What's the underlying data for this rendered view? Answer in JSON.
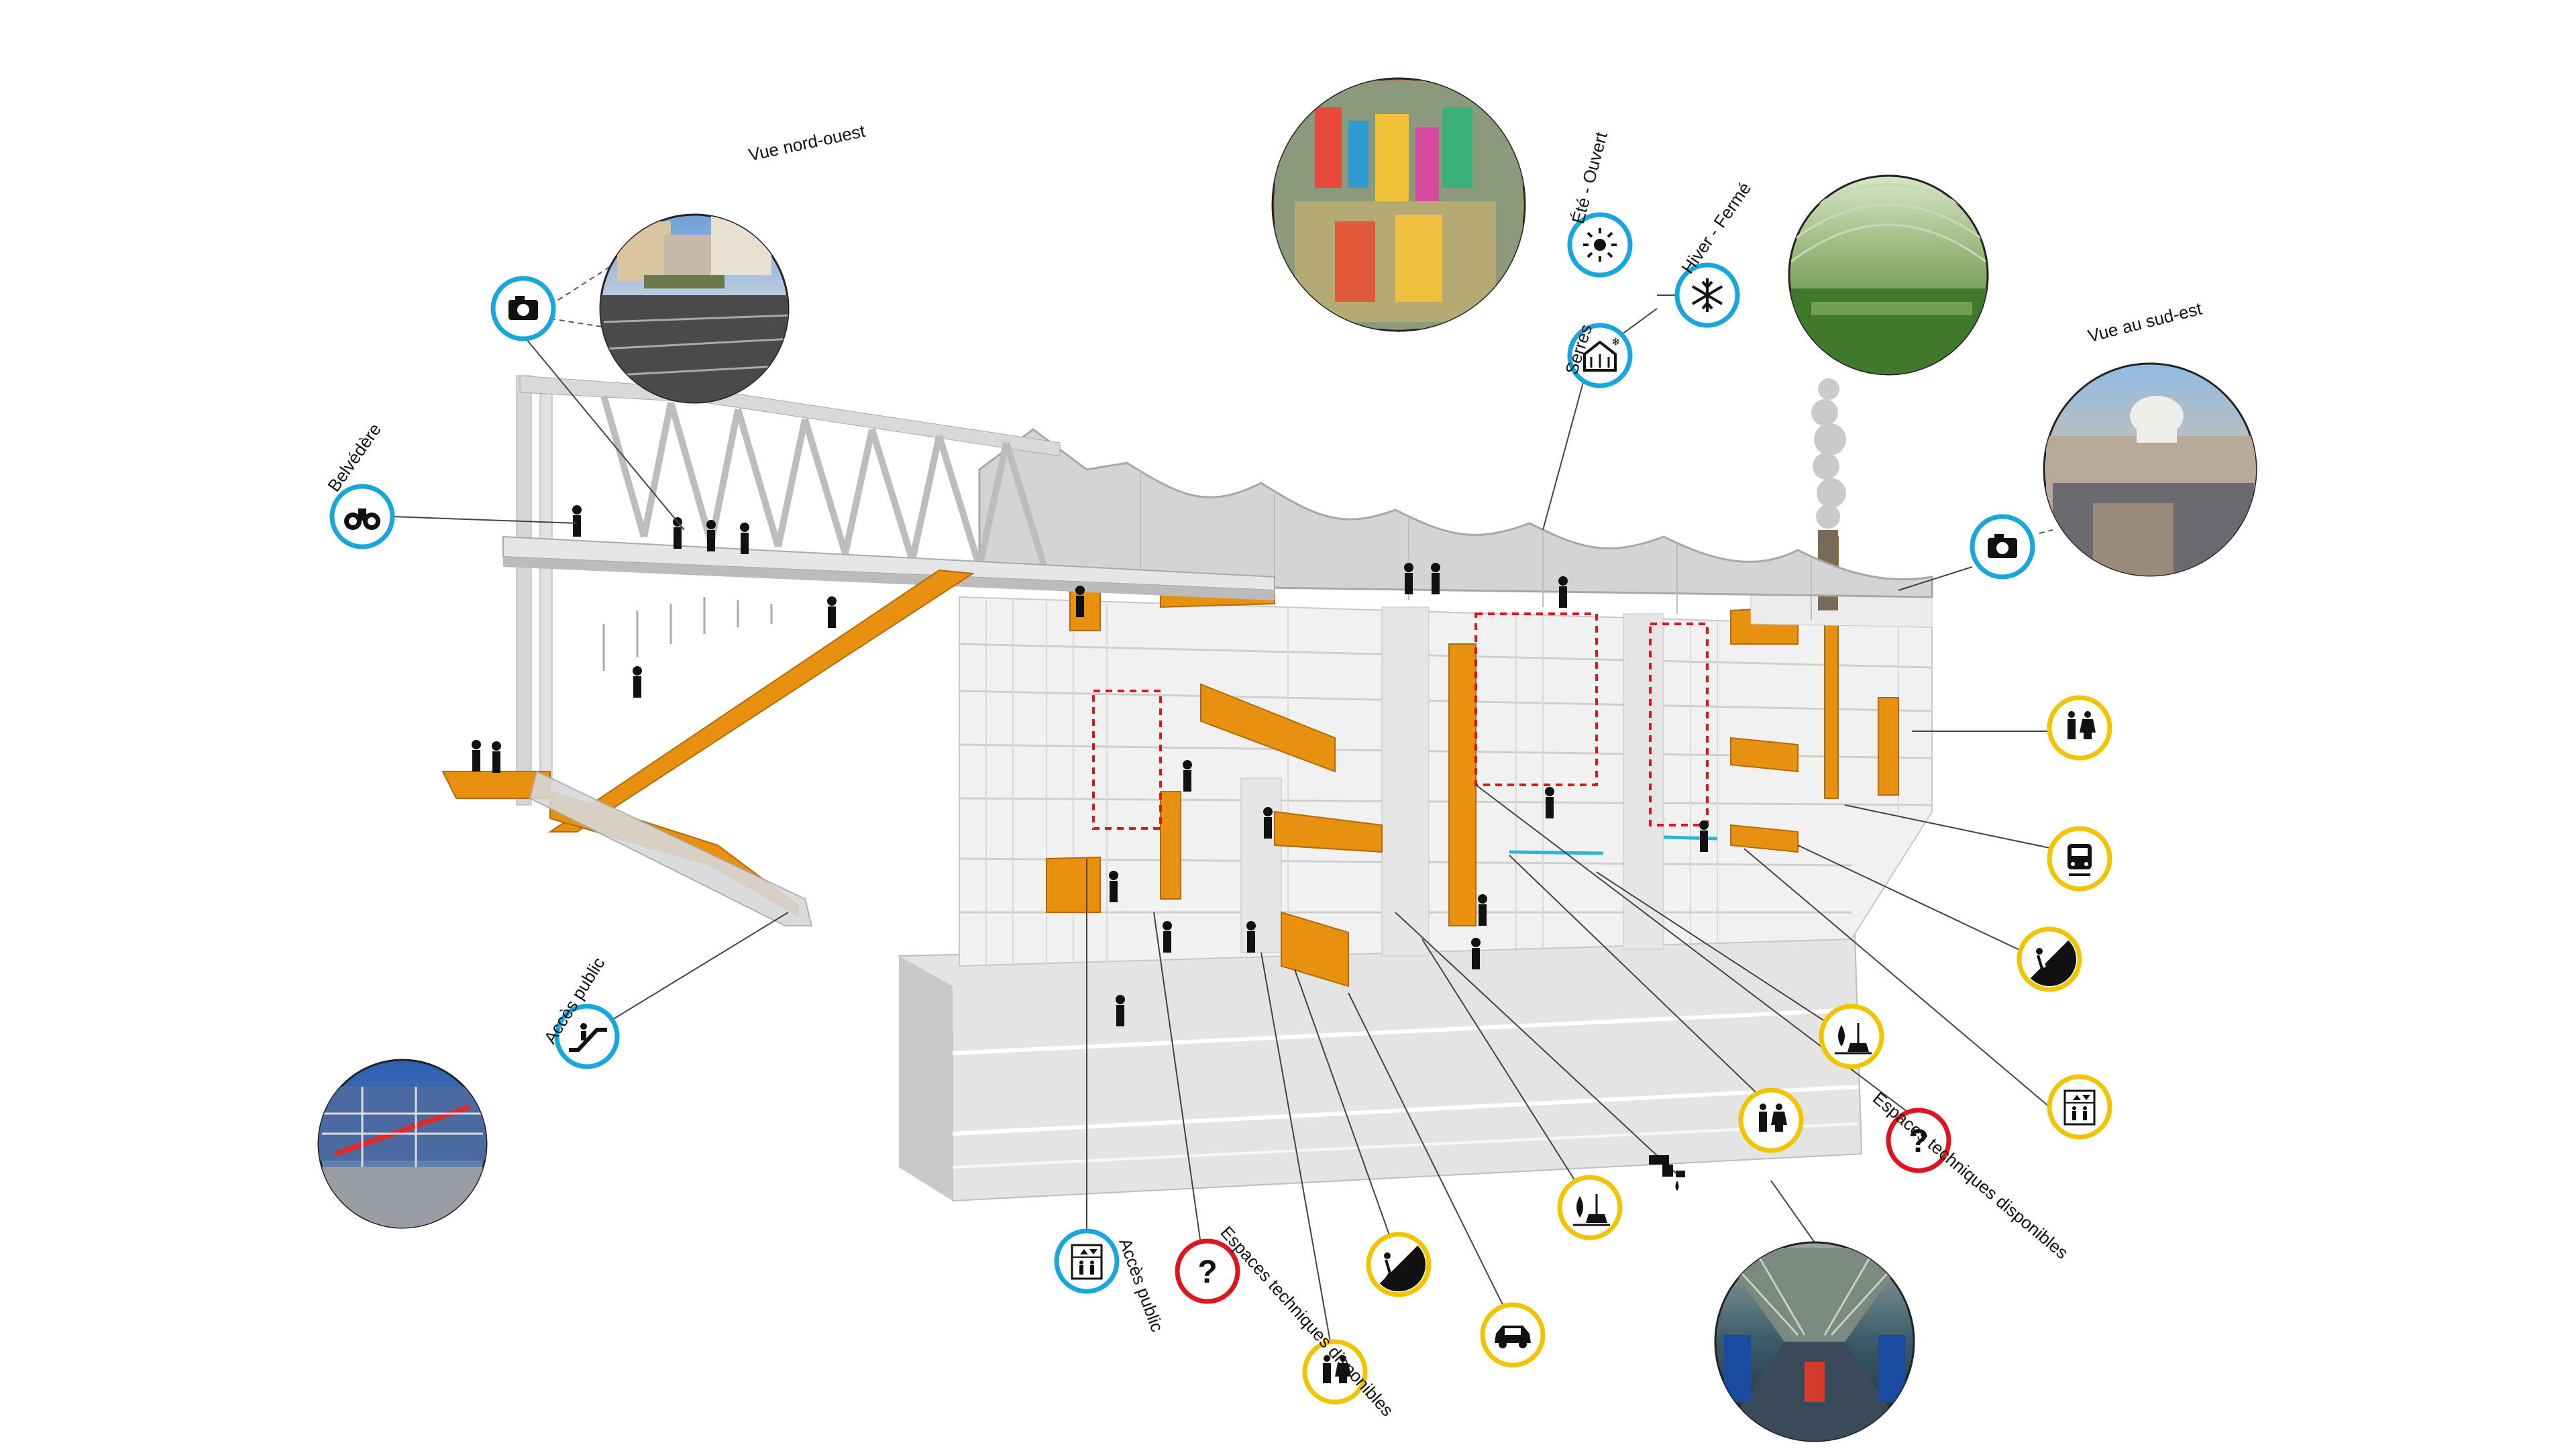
{
  "diagram": {
    "labels": {
      "vue_nord_ouest": "Vue nord-ouest",
      "belvedere": "Belvédère",
      "acces_public_left": "Accès public",
      "ete_ouvert": "Été - Ouvert",
      "hiver_ferme": "Hiver - Fermé",
      "serres": "Serres",
      "vue_sud_est": "Vue au sud-est",
      "espaces_techniques_right": "Espaces techniques disponibles",
      "espaces_techniques_bottom": "Espaces techniques disponibles",
      "acces_public_bottom": "Accès public"
    },
    "icons": {
      "camera_top": "camera-icon",
      "binoculars": "binoculars-icon",
      "escalator": "escalator-icon",
      "sun": "sun-icon",
      "snowflake": "snowflake-icon",
      "greenhouse": "greenhouse-icon",
      "camera_right": "camera-icon",
      "toilets": "toilets-icon",
      "train": "train-icon",
      "emergency_stairs": "emergency-stairs-icon",
      "cleaning": "cleaning-icon",
      "elevator": "elevator-icon",
      "question": "question-icon",
      "water_tap": "water-tap-icon",
      "car": "car-icon"
    },
    "colors": {
      "blue_ring": "#17a6dd",
      "yellow_ring": "#f2c400",
      "red_ring": "#e0141d",
      "structure_orange": "#e8900f",
      "building_grey": "#d9d9d9"
    }
  }
}
